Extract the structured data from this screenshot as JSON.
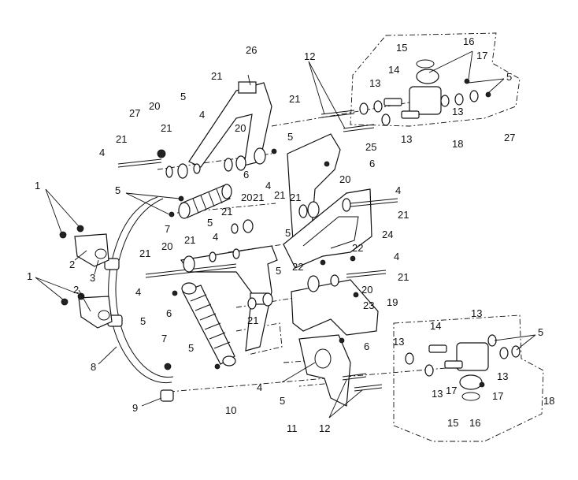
{
  "callouts": [
    {
      "id": "c1a",
      "text": "1"
    },
    {
      "id": "c1b",
      "text": "1"
    },
    {
      "id": "c2a",
      "text": "2"
    },
    {
      "id": "c2b",
      "text": "2"
    },
    {
      "id": "c3",
      "text": "3"
    },
    {
      "id": "c4a",
      "text": "4"
    },
    {
      "id": "c4b",
      "text": "4"
    },
    {
      "id": "c4c",
      "text": "4"
    },
    {
      "id": "c4d",
      "text": "4"
    },
    {
      "id": "c4e",
      "text": "4"
    },
    {
      "id": "c4f",
      "text": "4"
    },
    {
      "id": "c4g",
      "text": "4"
    },
    {
      "id": "c4h",
      "text": "4"
    },
    {
      "id": "c5a",
      "text": "5"
    },
    {
      "id": "c5b",
      "text": "5"
    },
    {
      "id": "c5c",
      "text": "5"
    },
    {
      "id": "c5d",
      "text": "5"
    },
    {
      "id": "c5e",
      "text": "5"
    },
    {
      "id": "c5f",
      "text": "5"
    },
    {
      "id": "c5g",
      "text": "5"
    },
    {
      "id": "c5h",
      "text": "5"
    },
    {
      "id": "c5i",
      "text": "5"
    },
    {
      "id": "c5j",
      "text": "5"
    },
    {
      "id": "c5k",
      "text": "5"
    },
    {
      "id": "c6a",
      "text": "6"
    },
    {
      "id": "c6b",
      "text": "6"
    },
    {
      "id": "c6c",
      "text": "6"
    },
    {
      "id": "c6d",
      "text": "6"
    },
    {
      "id": "c7a",
      "text": "7"
    },
    {
      "id": "c7b",
      "text": "7"
    },
    {
      "id": "c8",
      "text": "8"
    },
    {
      "id": "c9",
      "text": "9"
    },
    {
      "id": "c10",
      "text": "10"
    },
    {
      "id": "c11",
      "text": "11"
    },
    {
      "id": "c12a",
      "text": "12"
    },
    {
      "id": "c12b",
      "text": "12"
    },
    {
      "id": "c13a",
      "text": "13"
    },
    {
      "id": "c13b",
      "text": "13"
    },
    {
      "id": "c13c",
      "text": "13"
    },
    {
      "id": "c13d",
      "text": "13"
    },
    {
      "id": "c13e",
      "text": "13"
    },
    {
      "id": "c13f",
      "text": "13"
    },
    {
      "id": "c13g",
      "text": "13"
    },
    {
      "id": "c14a",
      "text": "14"
    },
    {
      "id": "c14b",
      "text": "14"
    },
    {
      "id": "c15a",
      "text": "15"
    },
    {
      "id": "c15b",
      "text": "15"
    },
    {
      "id": "c16a",
      "text": "16"
    },
    {
      "id": "c16b",
      "text": "16"
    },
    {
      "id": "c17a",
      "text": "17"
    },
    {
      "id": "c17b",
      "text": "17"
    },
    {
      "id": "c17c",
      "text": "17"
    },
    {
      "id": "c18a",
      "text": "18"
    },
    {
      "id": "c18b",
      "text": "18"
    },
    {
      "id": "c19",
      "text": "19"
    },
    {
      "id": "c20a",
      "text": "20"
    },
    {
      "id": "c20b",
      "text": "20"
    },
    {
      "id": "c20c",
      "text": "20"
    },
    {
      "id": "c20d",
      "text": "20"
    },
    {
      "id": "c20e",
      "text": "20"
    },
    {
      "id": "c20f",
      "text": "20"
    },
    {
      "id": "c21a",
      "text": "21"
    },
    {
      "id": "c21b",
      "text": "21"
    },
    {
      "id": "c21c",
      "text": "21"
    },
    {
      "id": "c21d",
      "text": "21"
    },
    {
      "id": "c21e",
      "text": "21"
    },
    {
      "id": "c21f",
      "text": "21"
    },
    {
      "id": "c21g",
      "text": "21"
    },
    {
      "id": "c21h",
      "text": "21"
    },
    {
      "id": "c21i",
      "text": "21"
    },
    {
      "id": "c21j",
      "text": "21"
    },
    {
      "id": "c21k",
      "text": "21"
    },
    {
      "id": "c21l",
      "text": "21"
    },
    {
      "id": "c21m",
      "text": "21"
    },
    {
      "id": "c22a",
      "text": "22"
    },
    {
      "id": "c22b",
      "text": "22"
    },
    {
      "id": "c23",
      "text": "23"
    },
    {
      "id": "c24",
      "text": "24"
    },
    {
      "id": "c25",
      "text": "25"
    },
    {
      "id": "c26",
      "text": "26"
    },
    {
      "id": "c27a",
      "text": "27"
    },
    {
      "id": "c27b",
      "text": "27"
    }
  ]
}
